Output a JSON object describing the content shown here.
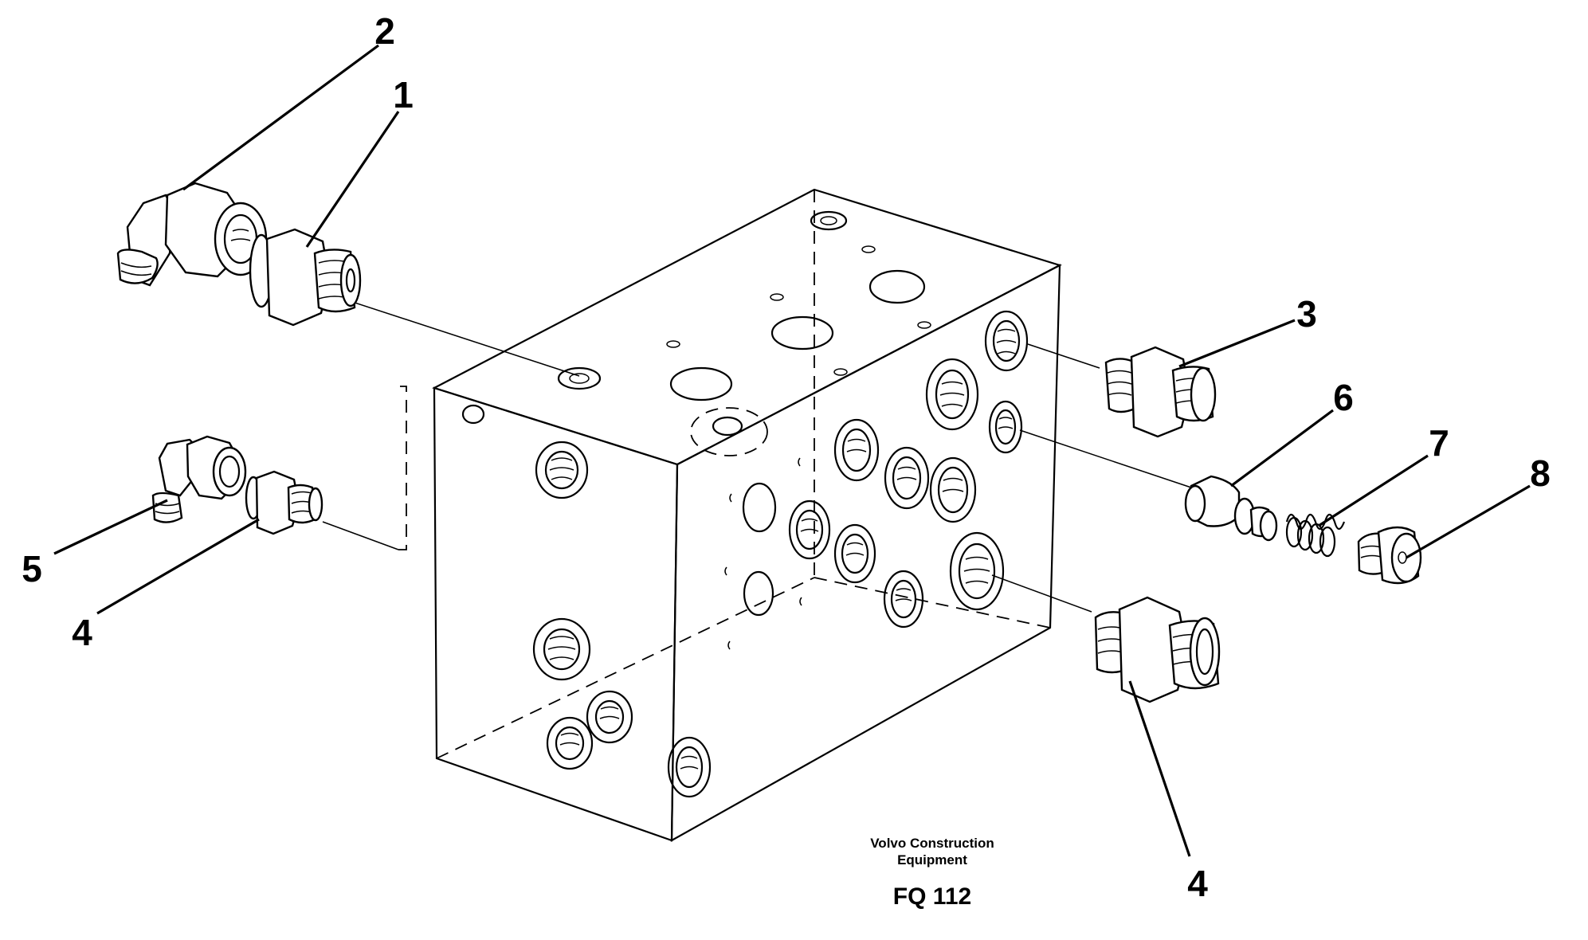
{
  "diagram": {
    "callouts": [
      "1",
      "2",
      "3",
      "4",
      "5",
      "6",
      "7",
      "8",
      "4"
    ],
    "caption": {
      "maker_line1": "Volvo Construction",
      "maker_line2": "Equipment",
      "code": "FQ 112"
    }
  }
}
